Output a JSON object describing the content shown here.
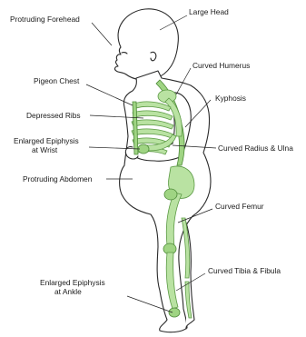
{
  "labels": {
    "protruding_forehead": "Protruding Forehead",
    "large_head": "Large Head",
    "curved_humerus": "Curved Humerus",
    "pigeon_chest": "Pigeon Chest",
    "kyphosis": "Kyphosis",
    "depressed_ribs": "Depressed Ribs",
    "enlarged_epiphysis_wrist_1": "Enlarged Epiphysis",
    "enlarged_epiphysis_wrist_2": "at Wrist",
    "curved_radius_ulna": "Curved Radius & Ulna",
    "protruding_abdomen": "Protruding Abdomen",
    "curved_femur": "Curved Femur",
    "curved_tibia_fibula": "Curved Tibia & Fibula",
    "enlarged_epiphysis_ankle_1": "Enlarged Epiphysis",
    "enlarged_epiphysis_ankle_2": "at Ankle"
  },
  "colors": {
    "bone_fill": "#b9e2a2",
    "bone_stroke": "#5c9a45",
    "outline": "#2a2a2a"
  }
}
